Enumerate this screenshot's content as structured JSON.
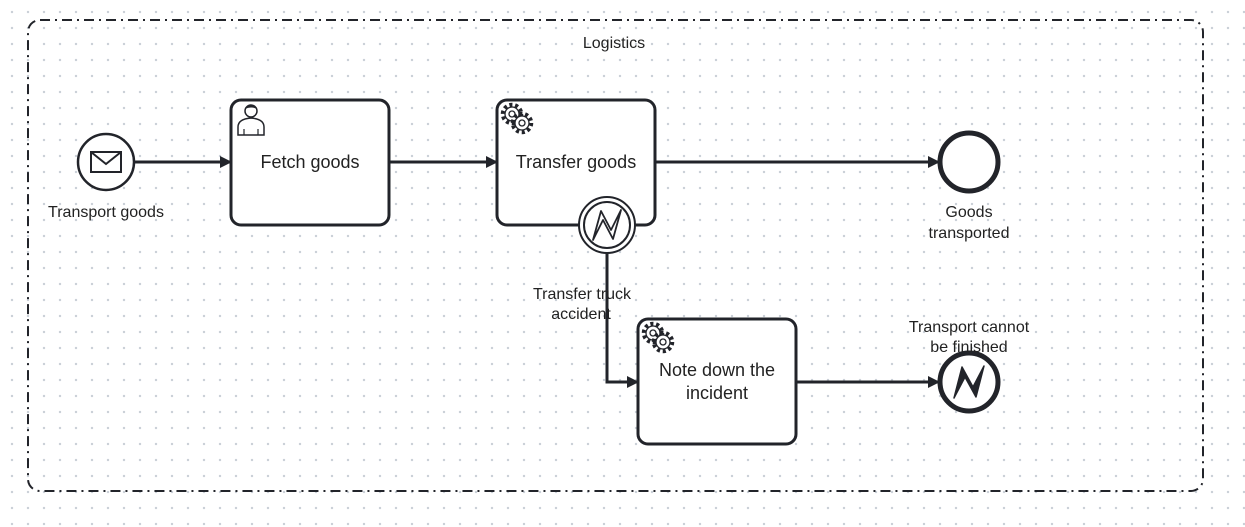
{
  "diagram": {
    "group_label": "Logistics",
    "start_event": {
      "label": "Transport goods",
      "icon": "envelope-icon"
    },
    "tasks": {
      "fetch": {
        "label": "Fetch goods",
        "icon": "user-icon"
      },
      "transfer": {
        "label": "Transfer goods",
        "icon": "gear-icon"
      },
      "note_line1": "Note down the",
      "note_line2": "incident",
      "note_icon": "gear-icon"
    },
    "boundary_event": {
      "line1": "Transfer truck",
      "line2": "accident",
      "icon": "error-icon"
    },
    "end_event": {
      "line1": "Goods",
      "line2": "transported"
    },
    "error_end_event": {
      "line1": "Transport cannot",
      "line2": "be finished",
      "icon": "error-icon"
    },
    "colors": {
      "stroke": "#22242a",
      "fill": "#ffffff"
    }
  }
}
